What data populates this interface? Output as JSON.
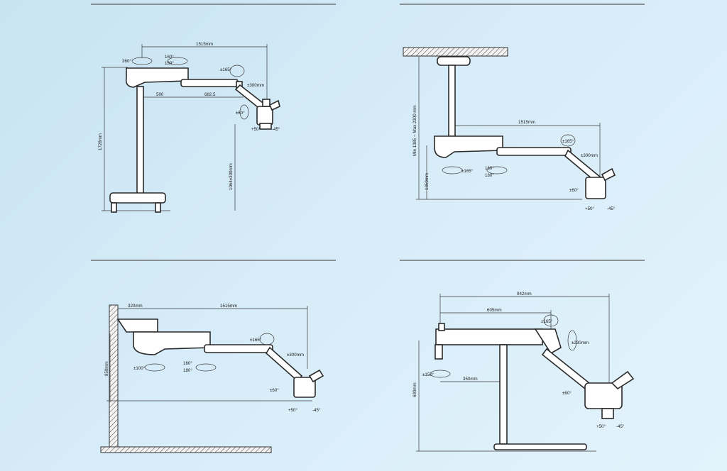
{
  "views": {
    "floor": {
      "arm_length": "1515mm",
      "base_rot": "360°",
      "arm_rot_a": "160°",
      "arm_rot_b": "180°",
      "arm2_rot": "±165°",
      "arm_vert": "±300mm",
      "seg1": "500",
      "seg2": "682.5",
      "height": "1728mm",
      "work_height": "1064±300mm",
      "tilt": "±60°",
      "head_up": "+50°",
      "head_down": "-45°"
    },
    "ceiling": {
      "arm_length": "1515mm",
      "ceiling_height": "Min 1385 ~ Max 2300 mm",
      "mount_height": "1350mm",
      "base_rot": "±165°",
      "arm_rot_a": "160°",
      "arm_rot_b": "180°",
      "arm2_rot": "±165°",
      "arm_vert": "±300mm",
      "tilt": "±60°",
      "head_up": "+50°",
      "head_down": "-45°"
    },
    "wall": {
      "bracket": "320mm",
      "arm_length": "1515mm",
      "height": "850mm",
      "base_rot": "±100°",
      "arm_rot_a": "160°",
      "arm_rot_b": "180°",
      "arm2_rot": "±165°",
      "arm_vert": "±300mm",
      "tilt": "±60°",
      "head_up": "+50°",
      "head_down": "-45°"
    },
    "table": {
      "total_length": "942mm",
      "seg1": "605mm",
      "seg2": "350mm",
      "height": "680mm",
      "base_rot": "±150°",
      "arm2_rot": "±165°",
      "arm_vert": "±230mm",
      "tilt": "±60°",
      "head_up": "+50°",
      "head_down": "-45°"
    }
  },
  "colors": {
    "background": "#d6ecf8",
    "line": "#2a2a2a",
    "fill": "#ffffff"
  }
}
